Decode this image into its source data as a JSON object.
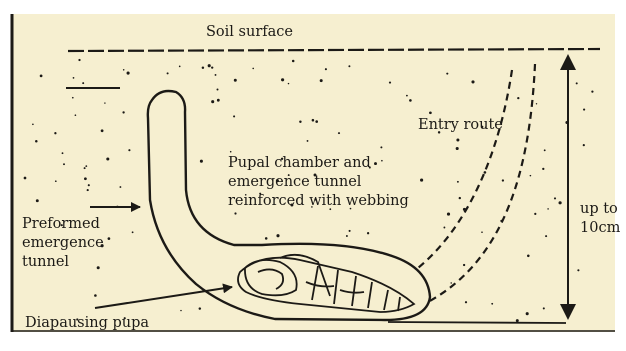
{
  "figure": {
    "background": "#f6efd0",
    "ink": "#1c1a16",
    "labels": {
      "soil_surface": "Soil surface",
      "entry_route": "Entry route",
      "pupal_chamber": "Pupal chamber and\nemergence tunnel\nreinforced with webbing",
      "preformed_tunnel": "Preformed\nemergence\ntunnel",
      "depth": "up to\n10cm",
      "diapausing_pupa": "Diapausing pupa"
    }
  }
}
